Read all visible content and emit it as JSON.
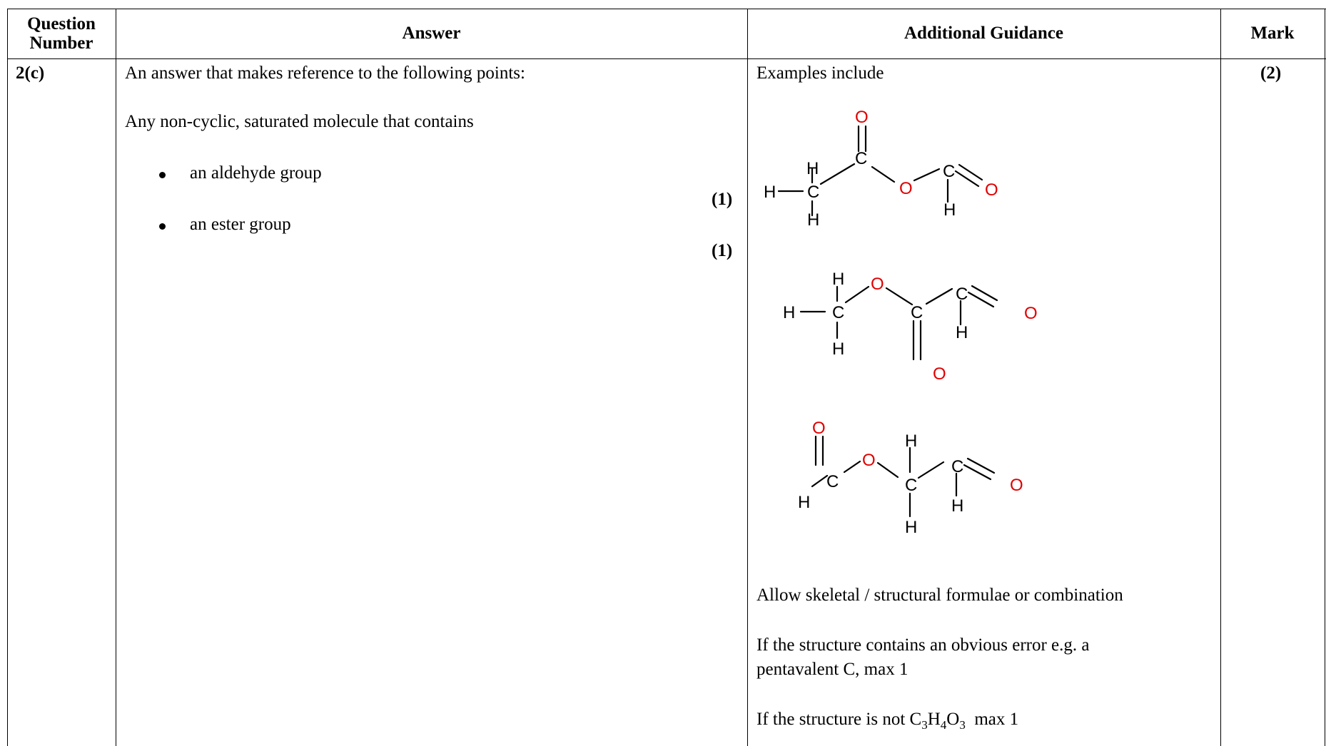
{
  "headers": {
    "question_number": "Question Number",
    "answer": "Answer",
    "additional_guidance": "Additional Guidance",
    "mark": "Mark"
  },
  "row": {
    "question_number": "2(c)",
    "answer": {
      "intro": "An answer that makes reference to the following points:",
      "lead": "Any non-cyclic, saturated molecule that contains",
      "points": [
        {
          "text": "an aldehyde group",
          "mark": "(1)"
        },
        {
          "text": "an ester group",
          "mark": "(1)"
        }
      ]
    },
    "guidance": {
      "intro": "Examples include",
      "structures": [
        {
          "atoms": {
            "H": "H",
            "C": "C",
            "O": "O"
          }
        },
        {
          "atoms": {
            "H": "H",
            "C": "C",
            "O": "O"
          }
        },
        {
          "atoms": {
            "H": "H",
            "C": "C",
            "O": "O"
          }
        }
      ],
      "notes": [
        {
          "text": "Allow skeletal / structural formulae or combination"
        },
        {
          "lines": [
            "If the structure contains an obvious error e.g. a",
            "pentavalent C, max 1"
          ]
        },
        {
          "prefix": "If the structure is not C",
          "s1": "3",
          "m1": "H",
          "s2": "4",
          "m2": "O",
          "s3": "3",
          "suffix": "  max 1"
        }
      ]
    },
    "mark": "(2)"
  },
  "colors": {
    "oxygen": "#e00000",
    "border": "#000000"
  }
}
